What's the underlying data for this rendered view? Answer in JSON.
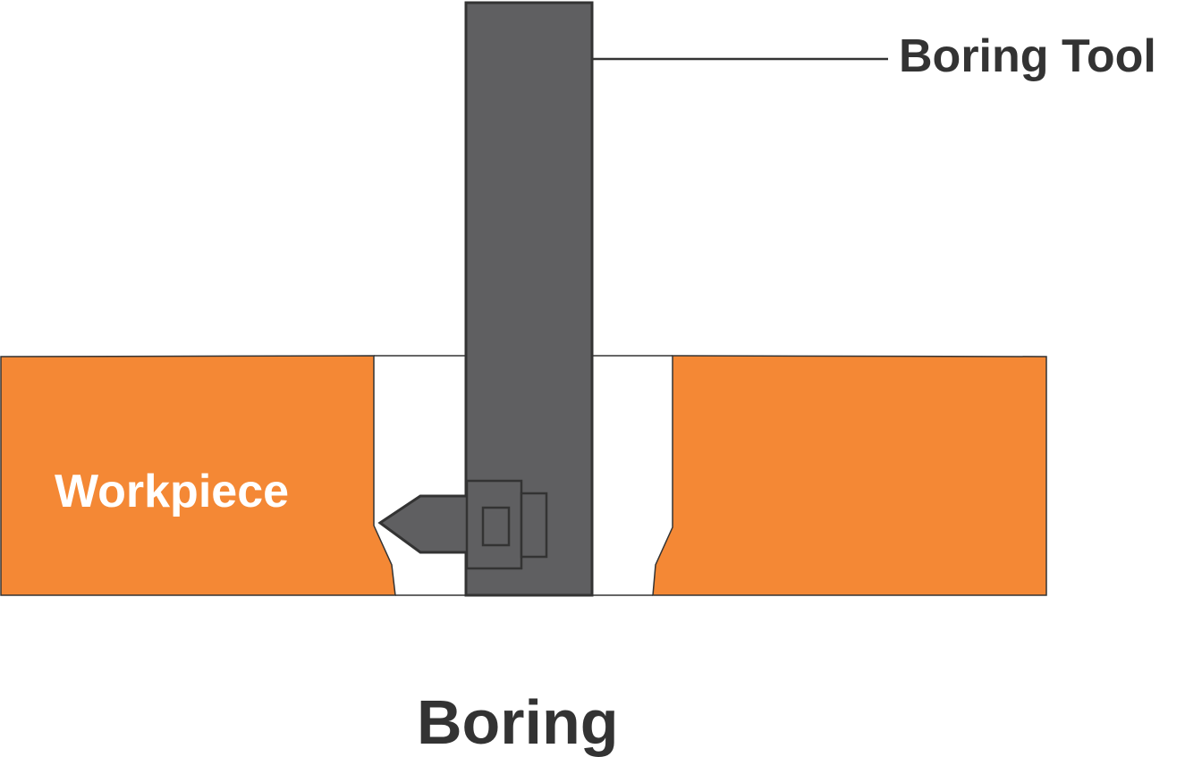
{
  "diagram": {
    "title": "Boring",
    "labels": {
      "tool": "Boring Tool",
      "workpiece": "Workpiece"
    },
    "colors": {
      "workpiece": "#f48835",
      "tool": "#5f5f61",
      "outline": "#333333",
      "background": "#ffffff"
    }
  }
}
